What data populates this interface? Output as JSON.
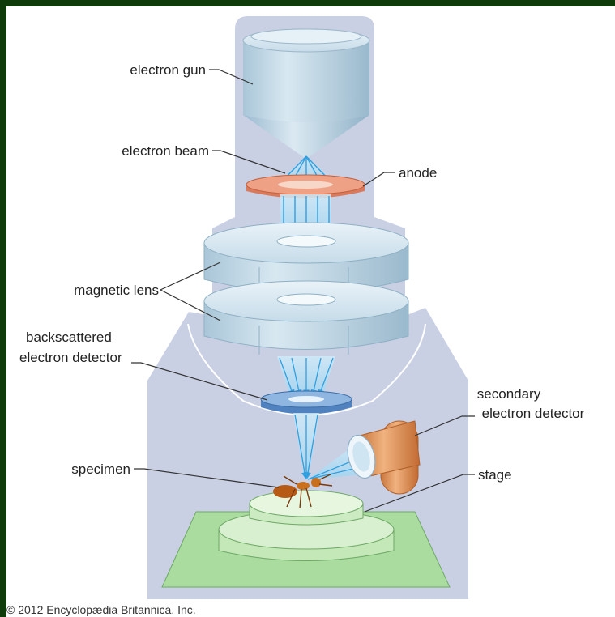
{
  "labels": {
    "electron_gun": "electron gun",
    "electron_beam": "electron beam",
    "anode": "anode",
    "magnetic_lens": "magnetic lens",
    "backscattered_line1": "backscattered",
    "backscattered_line2": "electron detector",
    "secondary_line1": "secondary",
    "secondary_line2": "electron detector",
    "specimen": "specimen",
    "stage": "stage"
  },
  "copyright": "© 2012 Encyclopædia Britannica, Inc.",
  "colors": {
    "page_border": "#0f3a0a",
    "housing": "#c9d0e4",
    "steel": "#b9d3e2",
    "anode": "#e58a6e",
    "beam": "#3aa8e0",
    "detector": "#5b8fc8",
    "secondary_detector": "#d9955e",
    "stage": "#a8dc9c",
    "specimen": "#c0651c"
  }
}
